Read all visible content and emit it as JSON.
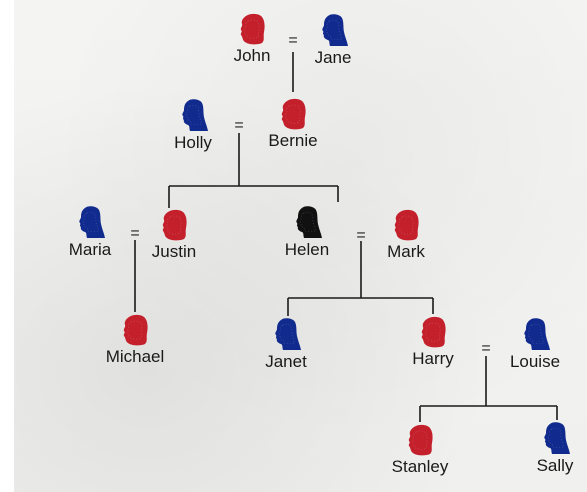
{
  "colors": {
    "male": "#c4202c",
    "female": "#102a8e",
    "highlight": "#111111",
    "line": "#1a1a1a"
  },
  "marriage_symbol": "=",
  "people": {
    "john": "John",
    "jane": "Jane",
    "holly": "Holly",
    "bernie": "Bernie",
    "maria": "Maria",
    "justin": "Justin",
    "helen": "Helen",
    "mark": "Mark",
    "michael": "Michael",
    "janet": "Janet",
    "harry": "Harry",
    "louise": "Louise",
    "stanley": "Stanley",
    "sally": "Sally"
  },
  "icons": {
    "male": "male-head-icon",
    "female": "female-head-icon",
    "highlight": "highlighted-female-head-icon"
  }
}
